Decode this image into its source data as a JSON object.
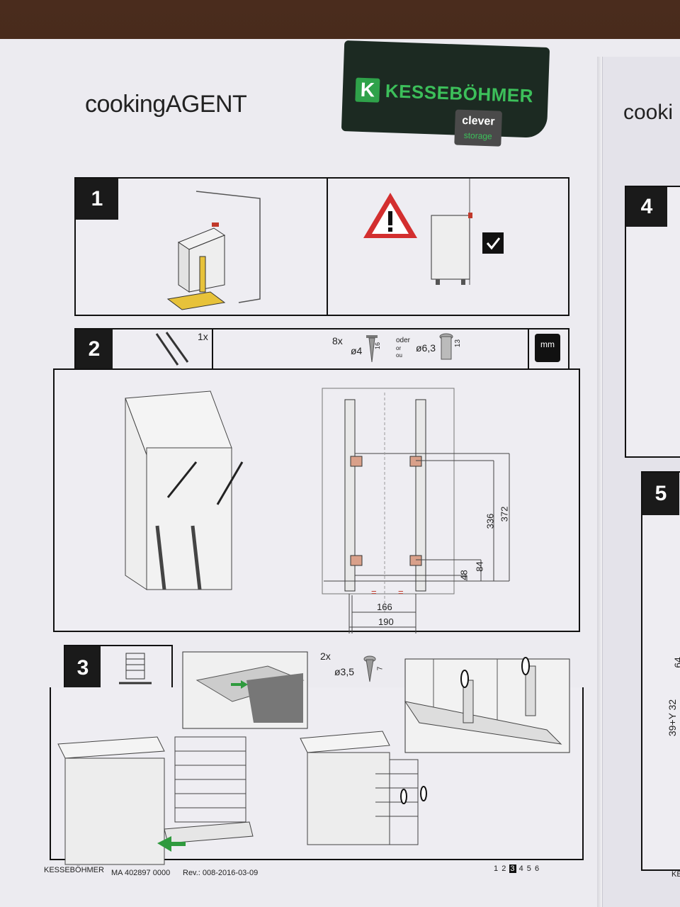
{
  "document": {
    "title": "cookingAGENT",
    "title_next_page": "cooki",
    "brand": "KESSEBÖHMER",
    "brand_initial": "K",
    "sub_brand_line1": "clever",
    "sub_brand_line2": "storage"
  },
  "steps": [
    {
      "number": "1"
    },
    {
      "number": "2",
      "rail_qty": "1x",
      "screw_qty": "8x",
      "screw_diameter_a": "ø4",
      "screw_length_a": "16",
      "alt_word_1": "oder",
      "alt_word_2": "or",
      "alt_word_3": "ou",
      "screw_diameter_b": "ø6,3",
      "screw_length_b": "13",
      "unit": "mm",
      "dims": {
        "d1": "336",
        "d2": "372",
        "d3": "48",
        "d4": "84",
        "w1": "166",
        "w2": "190",
        "eq": "="
      }
    },
    {
      "number": "3",
      "screw_qty": "2x",
      "screw_diameter": "ø3,5",
      "screw_length": "7"
    },
    {
      "number": "4"
    },
    {
      "number": "5",
      "side_text_a": "64",
      "side_text_b": "39+Y 32"
    }
  ],
  "footer": {
    "company": "KESSEBÖHMER",
    "doc_number": "MA 402897 0000",
    "revision": "Rev.: 008-2016-03-09",
    "pages": [
      "1",
      "2",
      "3",
      "4",
      "5",
      "6"
    ],
    "current_page": "3",
    "next_page_footer": "KE"
  }
}
